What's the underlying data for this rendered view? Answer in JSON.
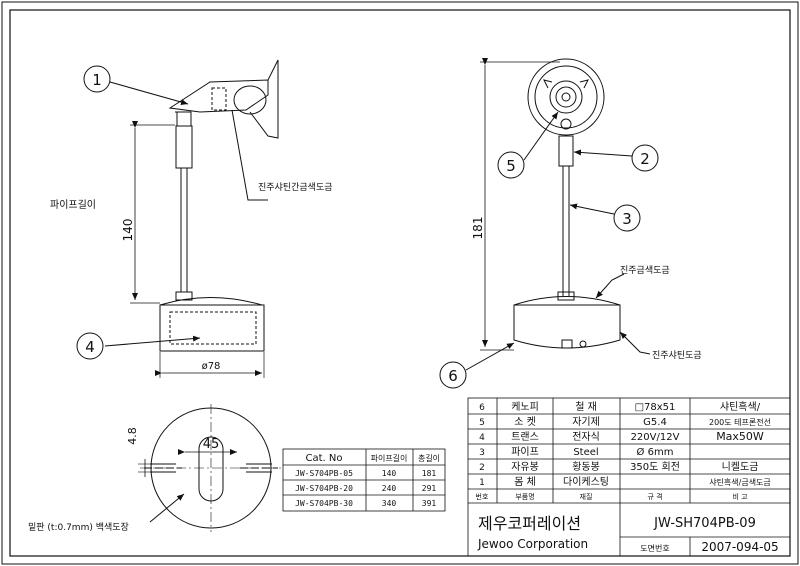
{
  "callouts": [
    "1",
    "2",
    "3",
    "4",
    "5",
    "6"
  ],
  "left_view": {
    "pipe_label": "파이프길이",
    "dim_140": "140",
    "dim_78": "ø78",
    "top_note": "진주샤틴간금색도금"
  },
  "right_view": {
    "dim_181": "181",
    "note_gold": "진주금색도금",
    "note_satin": "진주샤틴도금"
  },
  "bottom_view": {
    "dim_48": "4.8",
    "dim_45": "45",
    "plate_note": "밑판 (t:0.7mm) 백색도장"
  },
  "cat_table": {
    "headers": [
      "Cat. No",
      "파이프길이",
      "총길이"
    ],
    "rows": [
      [
        "JW-S704PB-05",
        "140",
        "181"
      ],
      [
        "JW-S704PB-20",
        "240",
        "291"
      ],
      [
        "JW-S704PB-30",
        "340",
        "391"
      ]
    ]
  },
  "parts_table": {
    "rows": [
      [
        "6",
        "케노피",
        "철 재",
        "□78x51",
        "샤틴흑색/"
      ],
      [
        "5",
        "소 켓",
        "자기제",
        "G5.4",
        "200도 테프론전선"
      ],
      [
        "4",
        "트랜스",
        "전자식",
        "220V/12V",
        "Max50W"
      ],
      [
        "3",
        "파이프",
        "Steel",
        "Ø 6mm",
        ""
      ],
      [
        "2",
        "자유봉",
        "황동봉",
        "350도 회전",
        "니켈도금"
      ],
      [
        "1",
        "몸 체",
        "다이케스팅",
        "",
        "샤틴흑색/금색도금"
      ]
    ],
    "header": [
      "번호",
      "부품명",
      "재질",
      "규 격",
      "비 고"
    ]
  },
  "title_block": {
    "company_kr": "제우코퍼레이션",
    "company_en": "Jewoo Corporation",
    "model": "JW-SH704PB-09",
    "drawing_no_label": "도면번호",
    "drawing_no": "2007-094-05"
  }
}
